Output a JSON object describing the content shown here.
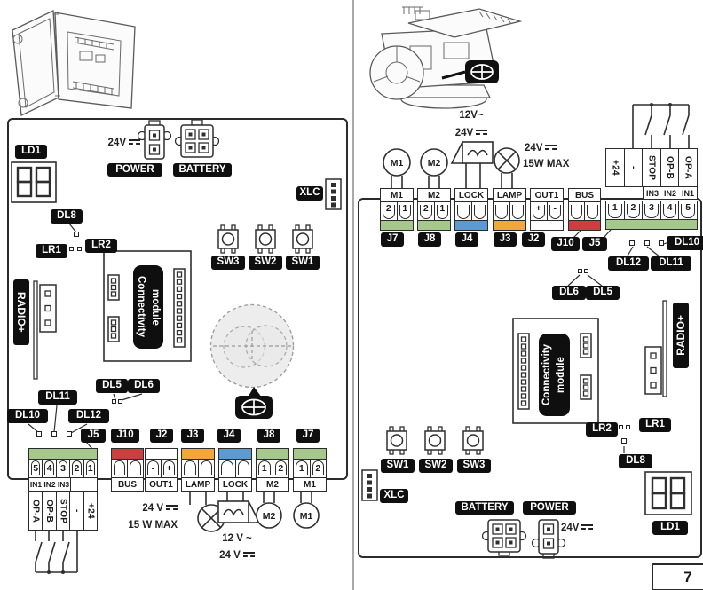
{
  "figure": {
    "number": "7"
  },
  "colors": {
    "green": "#a6c88c",
    "red": "#c8403f",
    "orange": "#f1a73c",
    "blue": "#5c9ad0",
    "white": "#ffffff",
    "label_bg": "#0f0f0f"
  },
  "left": {
    "ld1": "LD1",
    "dl8": "DL8",
    "lr1": "LR1",
    "lr2": "LR2",
    "power_voltage": "24V",
    "power_label": "POWER",
    "battery_label": "BATTERY",
    "xlc": "XLC",
    "sw3": "SW3",
    "sw2": "SW2",
    "sw1": "SW1",
    "radio": "RADIO+",
    "conn_module": "Connectivity\nmodule",
    "dl5": "DL5",
    "dl6": "DL6",
    "dl10": "DL10",
    "dl11": "DL11",
    "dl12": "DL12",
    "j5": {
      "id": "J5",
      "numbers": [
        "5",
        "4",
        "3",
        "2",
        "1"
      ],
      "ins": [
        "IN1",
        "IN2",
        "IN3"
      ],
      "verticals": [
        "OP-A",
        "OP-B",
        "STOP",
        "-",
        "+24"
      ]
    },
    "j10": {
      "id": "J10",
      "name": "BUS"
    },
    "j2": {
      "id": "J2",
      "name": "OUT1",
      "terminals": [
        "-",
        "+"
      ]
    },
    "j3": {
      "id": "J3",
      "name": "LAMP",
      "rating_line1": "24 V",
      "rating_line2": "15 W MAX"
    },
    "j4": {
      "id": "J4",
      "name": "LOCK",
      "rating_ac": "12 V ~",
      "rating_dc": "24 V"
    },
    "j8": {
      "id": "J8",
      "name": "M2",
      "terminals": [
        "1",
        "2"
      ],
      "device": "M2"
    },
    "j7": {
      "id": "J7",
      "name": "M1",
      "terminals": [
        "1",
        "2"
      ],
      "device": "M1"
    }
  },
  "right": {
    "j7": {
      "id": "J7",
      "name": "M1",
      "terminals": [
        "2",
        "1"
      ],
      "device": "M1"
    },
    "j8": {
      "id": "J8",
      "name": "M2",
      "terminals": [
        "2",
        "1"
      ],
      "device": "M2"
    },
    "j4": {
      "id": "J4",
      "name": "LOCK",
      "rating_ac": "12V~",
      "rating_dc": "24V"
    },
    "j3": {
      "id": "J3",
      "name": "LAMP",
      "rating_line1": "24V",
      "rating_line2": "15W MAX"
    },
    "j2": {
      "id": "J2",
      "name": "OUT1",
      "terminals": [
        "+",
        "-"
      ]
    },
    "j10": {
      "id": "J10",
      "name": "BUS"
    },
    "j5": {
      "id": "J5",
      "numbers": [
        "1",
        "2",
        "3",
        "4",
        "5"
      ],
      "ins": [
        "IN3",
        "IN2",
        "IN1"
      ],
      "verticals": [
        "+24",
        "-",
        "STOP",
        "OP-B",
        "OP-A"
      ]
    },
    "dl10": "DL10",
    "dl11": "DL11",
    "dl12": "DL12",
    "dl6": "DL6",
    "dl5": "DL5",
    "conn_module": "Connectivity\nmodule",
    "radio": "RADIO+",
    "lr2": "LR2",
    "lr1": "LR1",
    "dl8": "DL8",
    "sw1": "SW1",
    "sw2": "SW2",
    "sw3": "SW3",
    "xlc": "XLC",
    "battery_label": "BATTERY",
    "power_label": "POWER",
    "power_voltage": "24V",
    "ld1": "LD1"
  }
}
